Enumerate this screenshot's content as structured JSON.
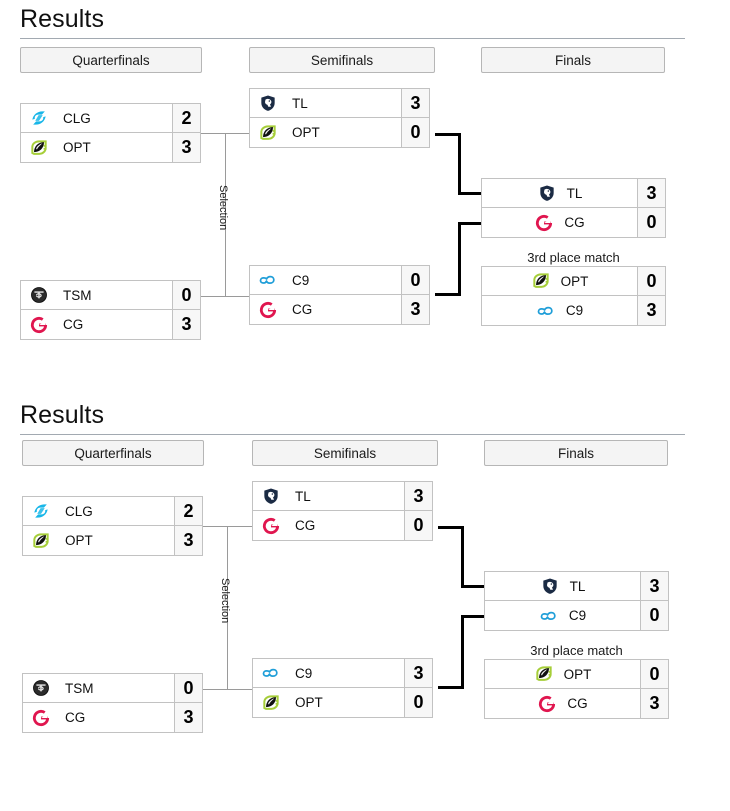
{
  "brackets": [
    {
      "heading": "Results",
      "rounds": {
        "quarterfinals": "Quarterfinals",
        "semifinals": "Semifinals",
        "finals": "Finals"
      },
      "selection_label": "Selection",
      "third_place_label": "3rd place match",
      "matches": {
        "qf1": {
          "top": {
            "team": "CLG",
            "logo": "clg-logo",
            "score": "2"
          },
          "bottom": {
            "team": "OPT",
            "logo": "opt-logo",
            "score": "3"
          }
        },
        "qf2": {
          "top": {
            "team": "TSM",
            "logo": "tsm-logo",
            "score": "0"
          },
          "bottom": {
            "team": "CG",
            "logo": "cg-logo",
            "score": "3"
          }
        },
        "sf1": {
          "top": {
            "team": "TL",
            "logo": "tl-logo",
            "score": "3"
          },
          "bottom": {
            "team": "OPT",
            "logo": "opt-logo",
            "score": "0"
          }
        },
        "sf2": {
          "top": {
            "team": "C9",
            "logo": "c9-logo",
            "score": "0"
          },
          "bottom": {
            "team": "CG",
            "logo": "cg-logo",
            "score": "3"
          }
        },
        "final": {
          "top": {
            "team": "TL",
            "logo": "tl-logo",
            "score": "3"
          },
          "bottom": {
            "team": "CG",
            "logo": "cg-logo",
            "score": "0"
          }
        },
        "third": {
          "top": {
            "team": "OPT",
            "logo": "opt-logo",
            "score": "0"
          },
          "bottom": {
            "team": "C9",
            "logo": "c9-logo",
            "score": "3"
          }
        }
      }
    },
    {
      "heading": "Results",
      "rounds": {
        "quarterfinals": "Quarterfinals",
        "semifinals": "Semifinals",
        "finals": "Finals"
      },
      "selection_label": "Selection",
      "third_place_label": "3rd place match",
      "matches": {
        "qf1": {
          "top": {
            "team": "CLG",
            "logo": "clg-logo",
            "score": "2"
          },
          "bottom": {
            "team": "OPT",
            "logo": "opt-logo",
            "score": "3"
          }
        },
        "qf2": {
          "top": {
            "team": "TSM",
            "logo": "tsm-logo",
            "score": "0"
          },
          "bottom": {
            "team": "CG",
            "logo": "cg-logo",
            "score": "3"
          }
        },
        "sf1": {
          "top": {
            "team": "TL",
            "logo": "tl-logo",
            "score": "3"
          },
          "bottom": {
            "team": "CG",
            "logo": "cg-logo",
            "score": "0"
          }
        },
        "sf2": {
          "top": {
            "team": "C9",
            "logo": "c9-logo",
            "score": "3"
          },
          "bottom": {
            "team": "OPT",
            "logo": "opt-logo",
            "score": "0"
          }
        },
        "final": {
          "top": {
            "team": "TL",
            "logo": "tl-logo",
            "score": "3"
          },
          "bottom": {
            "team": "C9",
            "logo": "c9-logo",
            "score": "0"
          }
        },
        "third": {
          "top": {
            "team": "OPT",
            "logo": "opt-logo",
            "score": "0"
          },
          "bottom": {
            "team": "CG",
            "logo": "cg-logo",
            "score": "3"
          }
        }
      }
    }
  ],
  "colors": {
    "clg": "#18b6e8",
    "opt_black": "#101010",
    "opt_green": "#a6ce39",
    "tsm": "#2b2b2b",
    "cg": "#e0164f",
    "tl": "#1b2b44",
    "c9": "#1f9ed8",
    "tab_bg": "#f4f4f4",
    "score_bg": "#f7f7f7",
    "border": "#c2c2c2",
    "connector_light": "#9a9a9a",
    "connector_dark": "#000000"
  }
}
